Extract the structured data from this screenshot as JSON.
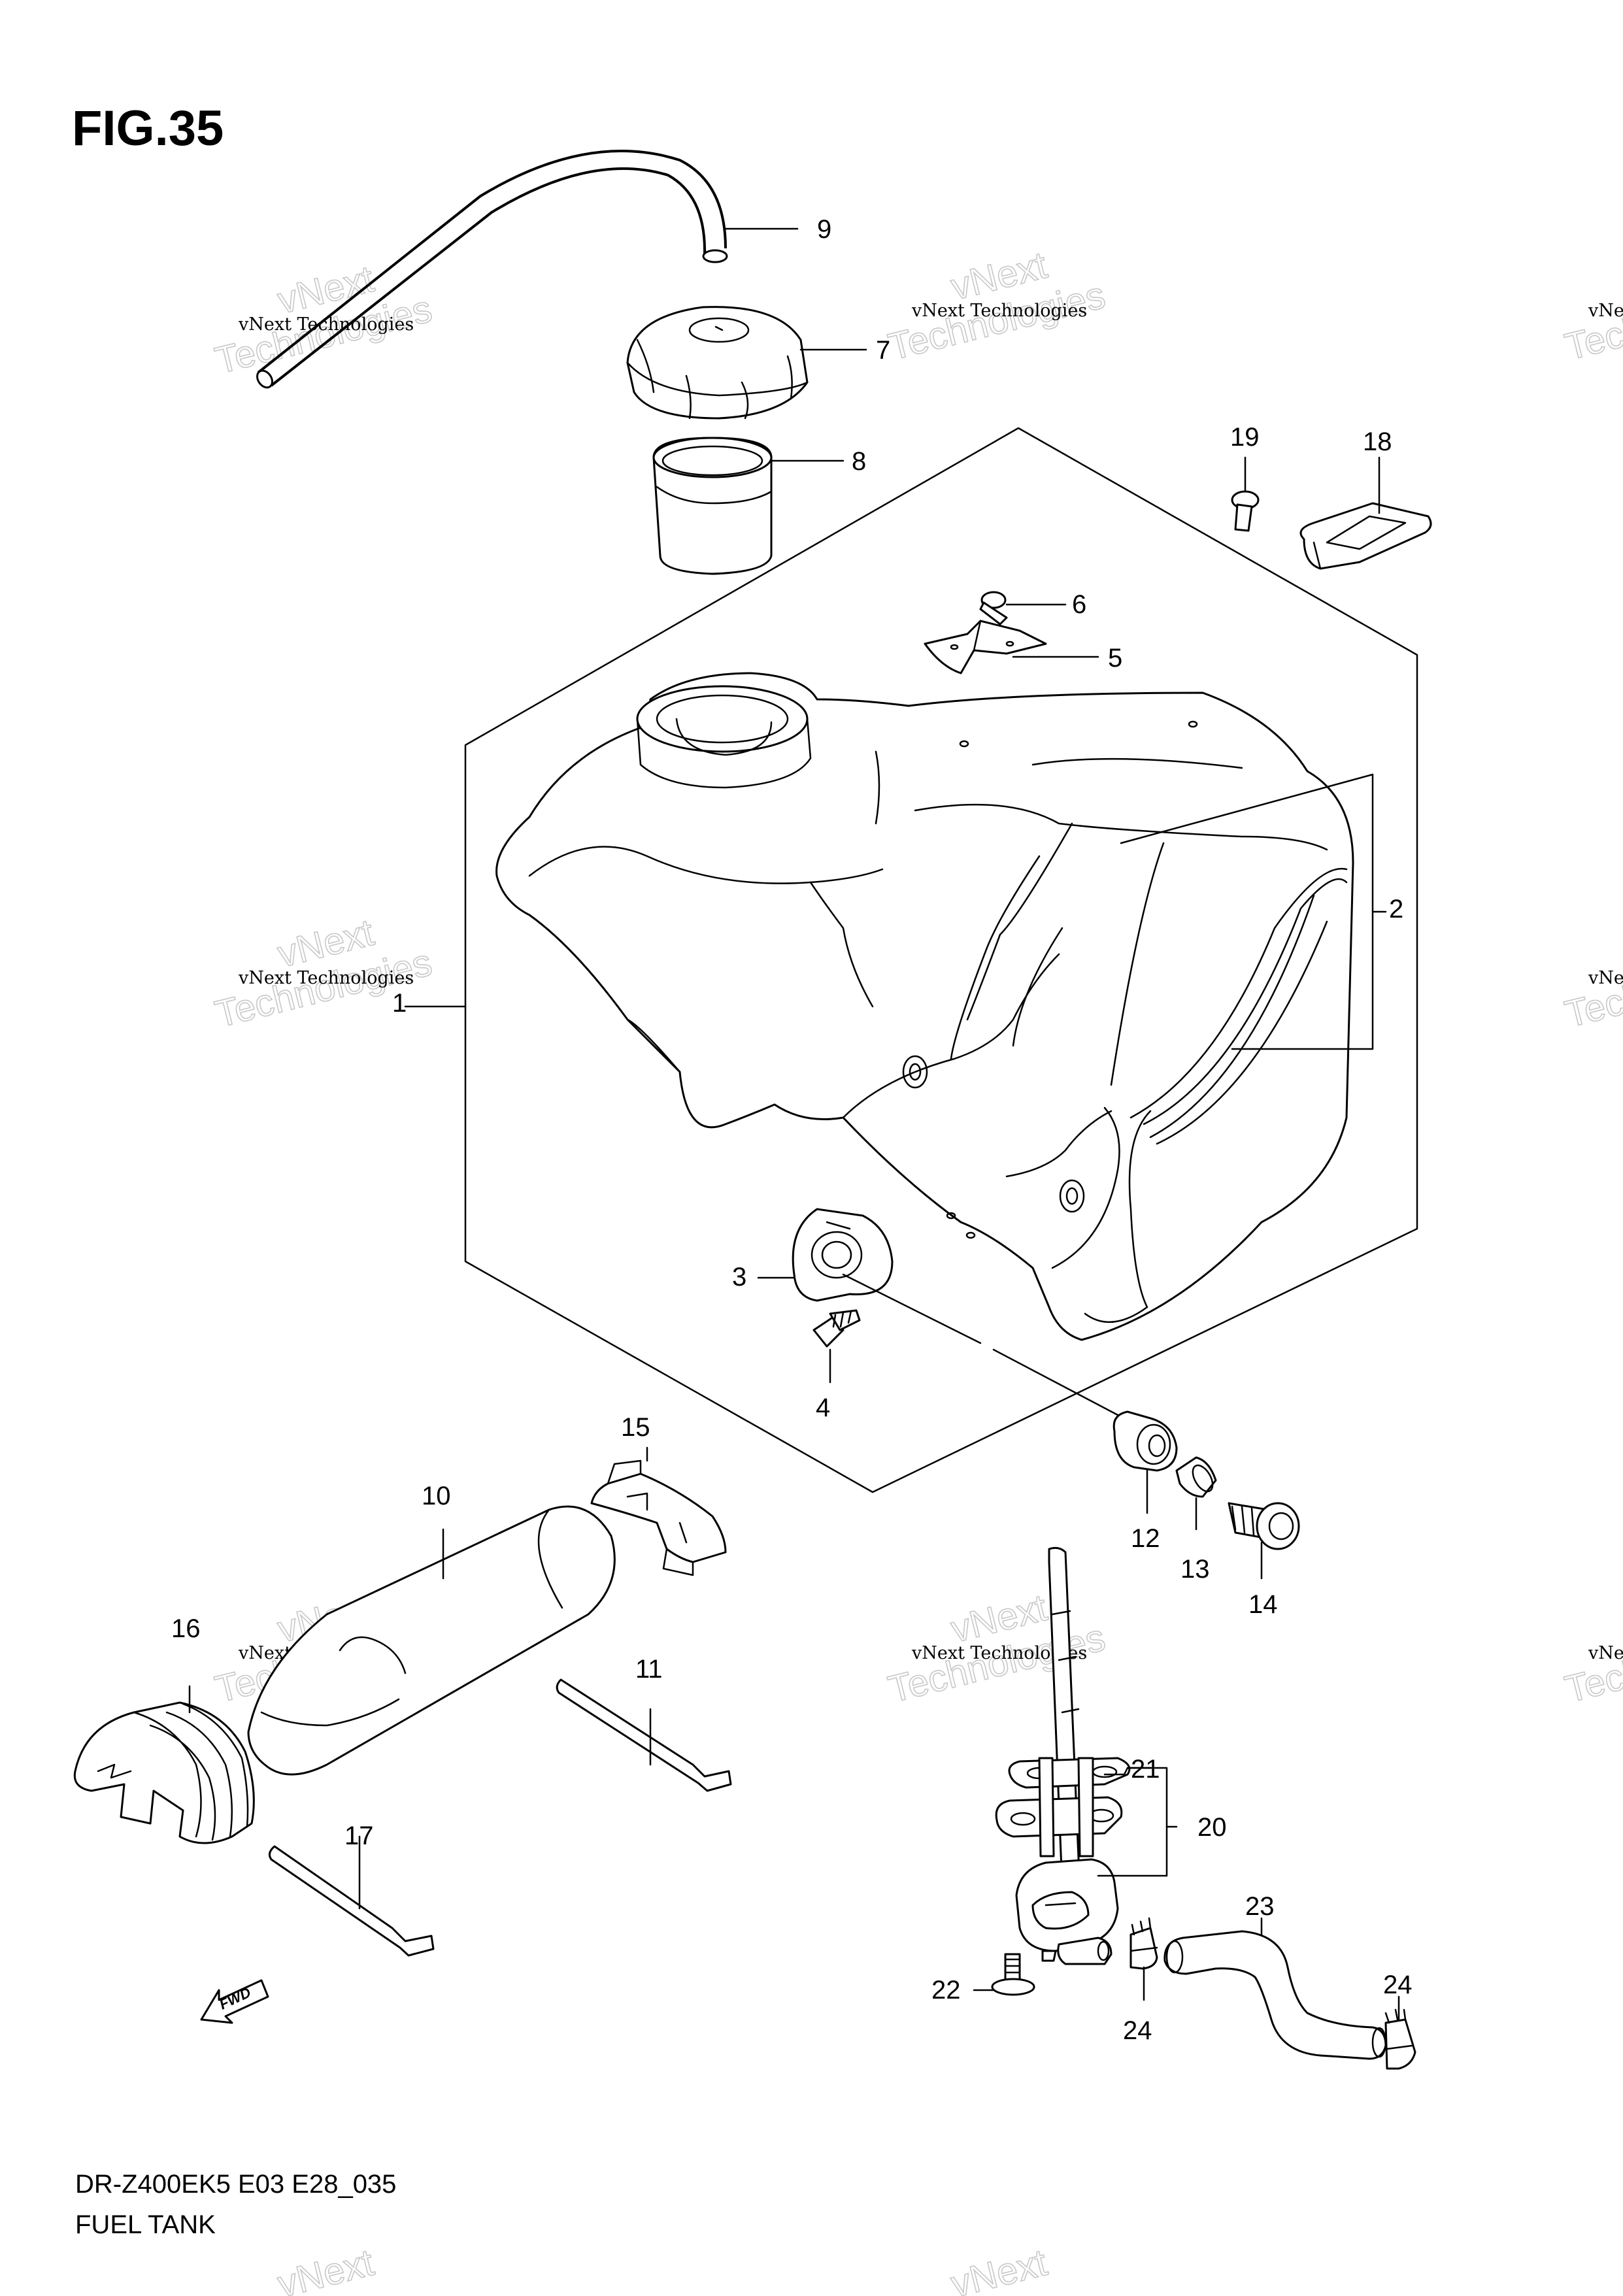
{
  "figure": {
    "title": "FIG.35",
    "model_code": "DR-Z400EK5 E03 E28_035",
    "caption": "FUEL TANK",
    "fwd_label": "FWD"
  },
  "watermark": {
    "small": "vNext Technologies",
    "big_line1": "vNext",
    "big_line2": "Technologies"
  },
  "callouts": [
    {
      "id": "callout-9",
      "number": "9"
    },
    {
      "id": "callout-7",
      "number": "7"
    },
    {
      "id": "callout-8",
      "number": "8"
    },
    {
      "id": "callout-19",
      "number": "19"
    },
    {
      "id": "callout-18",
      "number": "18"
    },
    {
      "id": "callout-6",
      "number": "6"
    },
    {
      "id": "callout-5",
      "number": "5"
    },
    {
      "id": "callout-2",
      "number": "2"
    },
    {
      "id": "callout-1",
      "number": "1"
    },
    {
      "id": "callout-3",
      "number": "3"
    },
    {
      "id": "callout-4",
      "number": "4"
    },
    {
      "id": "callout-15",
      "number": "15"
    },
    {
      "id": "callout-10",
      "number": "10"
    },
    {
      "id": "callout-12",
      "number": "12"
    },
    {
      "id": "callout-13",
      "number": "13"
    },
    {
      "id": "callout-14",
      "number": "14"
    },
    {
      "id": "callout-16",
      "number": "16"
    },
    {
      "id": "callout-11",
      "number": "11"
    },
    {
      "id": "callout-21",
      "number": "21"
    },
    {
      "id": "callout-20",
      "number": "20"
    },
    {
      "id": "callout-17",
      "number": "17"
    },
    {
      "id": "callout-23",
      "number": "23"
    },
    {
      "id": "callout-24a",
      "number": "24"
    },
    {
      "id": "callout-22",
      "number": "22"
    },
    {
      "id": "callout-24b",
      "number": "24"
    }
  ]
}
